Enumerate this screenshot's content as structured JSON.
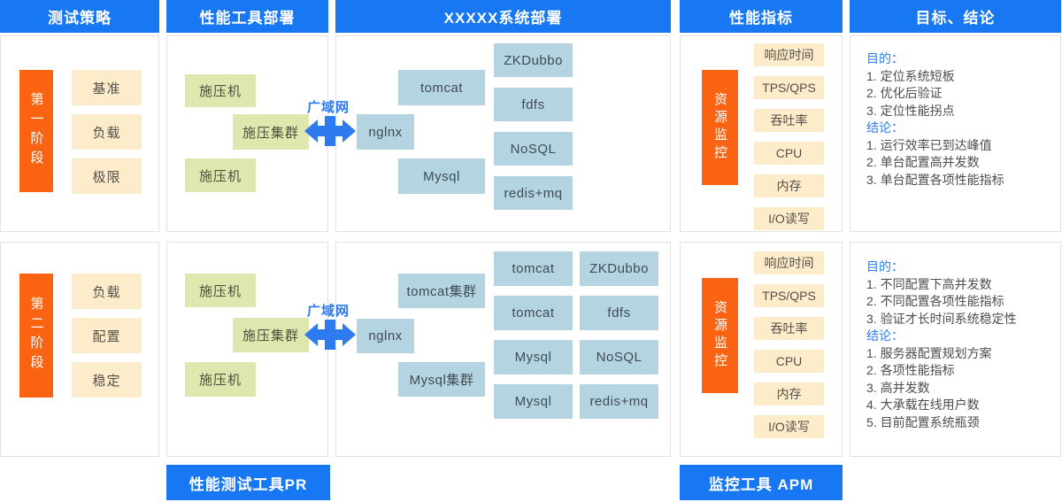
{
  "headers": [
    "测试策略",
    "性能工具部署",
    "XXXXX系统部署",
    "性能指标",
    "目标、结论"
  ],
  "wan_label": "广域网",
  "footers": {
    "perf_tool": "性能测试工具PR",
    "monitor_tool": "监控工具 APM"
  },
  "row1": {
    "phase": "第一阶段",
    "strategy": [
      "基准",
      "负载",
      "极限"
    ],
    "pressure": [
      "施压机",
      "施压集群",
      "施压机"
    ],
    "system_left": [
      "tomcat",
      "nglnx",
      "Mysql"
    ],
    "system_right": [
      "ZKDubbo",
      "fdfs",
      "NoSQL",
      "redis+mq"
    ],
    "monitor_bar": "资源监控",
    "metrics": [
      "响应时间",
      "TPS/QPS",
      "吞吐率",
      "CPU",
      "内存",
      "I/O读写"
    ],
    "purpose_label": "目的：",
    "purpose": [
      "1. 定位系统短板",
      "2. 优化后验证",
      "3. 定位性能拐点"
    ],
    "conclusion_label": "结论：",
    "conclusion": [
      "1. 运行效率已到达峰值",
      "2. 单台配置高并发数",
      "3. 单台配置各项性能指标"
    ]
  },
  "row2": {
    "phase": "第二阶段",
    "strategy": [
      "负载",
      "配置",
      "稳定"
    ],
    "pressure": [
      "施压机",
      "施压集群",
      "施压机"
    ],
    "system_left": [
      "tomcat集群",
      "nglnx",
      "Mysql集群"
    ],
    "system_mid": [
      "tomcat",
      "tomcat",
      "Mysql",
      "Mysql"
    ],
    "system_right": [
      "ZKDubbo",
      "fdfs",
      "NoSQL",
      "redis+mq"
    ],
    "monitor_bar": "资源监控",
    "metrics": [
      "响应时间",
      "TPS/QPS",
      "吞吐率",
      "CPU",
      "内存",
      "I/O读写"
    ],
    "purpose_label": "目的：",
    "purpose": [
      "1. 不同配置下高并发数",
      "2. 不同配置各项性能指标",
      "3. 验证才长时间系统稳定性"
    ],
    "conclusion_label": "结论：",
    "conclusion": [
      "1. 服务器配置规划方案",
      "2. 各项性能指标",
      "3. 高并发数",
      "4. 大承载在线用户数",
      "5. 目前配置系统瓶颈"
    ]
  },
  "colors": {
    "accent_blue": "#1877F2",
    "accent_orange": "#F96311",
    "box_cream": "#FCECCA",
    "box_green": "#DDE7AE",
    "box_lightblue": "#B5D4E2",
    "label_blue": "#2B7BF3"
  }
}
